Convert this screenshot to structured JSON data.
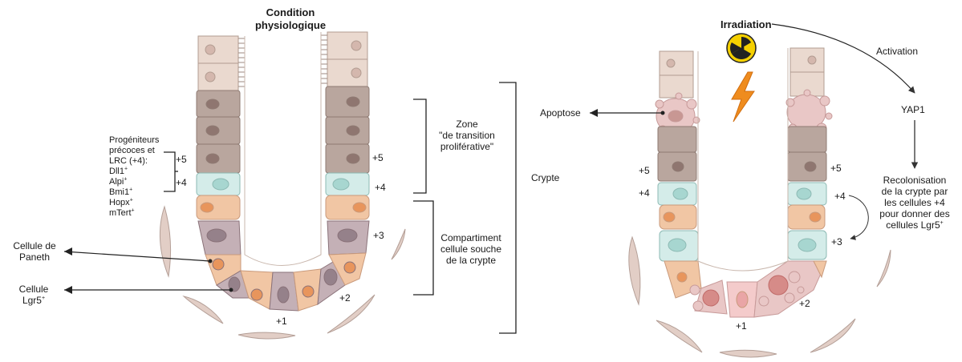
{
  "left_panel": {
    "title_line1": "Condition",
    "title_line2": "physiologique",
    "progenitors": {
      "line1": "Progéniteurs",
      "line2": "précoces et",
      "line3": "LRC (+4):",
      "markers": [
        {
          "name": "Dll1",
          "sup": "+"
        },
        {
          "name": "Alpi",
          "sup": "+"
        },
        {
          "name": "Bmi1",
          "sup": "+"
        },
        {
          "name": "Hopx",
          "sup": "+"
        },
        {
          "name": "mTert",
          "sup": "+"
        }
      ]
    },
    "positions": {
      "p5_left": "+5",
      "p4_left": "+4",
      "p5_right": "+5",
      "p4_right": "+4",
      "p3": "+3",
      "p2": "+2",
      "p1": "+1"
    },
    "zone_label": {
      "line1": "Zone",
      "line2": "\"de transition",
      "line3": "proliférative\""
    },
    "stem_label": {
      "line1": "Compartiment",
      "line2": "cellule souche",
      "line3": "de la crypte"
    },
    "crypte_label": "Crypte",
    "paneth_label": {
      "line1": "Cellule de",
      "line2": "Paneth"
    },
    "lgr5_label": {
      "line1": "Cellule",
      "line2": "Lgr5",
      "sup": "+"
    }
  },
  "right_panel": {
    "title": "Irradiation",
    "apoptose_label": "Apoptose",
    "activation_label": "Activation",
    "yap_label": "YAP1",
    "recol": {
      "line1": "Recolonisation",
      "line2": "de la crypte par",
      "line3": "les cellules +4",
      "line4": "pour donner des",
      "line5": "cellules Lgr5",
      "sup": "+"
    },
    "positions": {
      "p5_left": "+5",
      "p4_left": "+4",
      "p5_right": "+5",
      "p4_right": "+4",
      "p3": "+3",
      "p2": "+2",
      "p1": "+1"
    }
  },
  "colors": {
    "enterocyte": "#ead9cf",
    "ta_cell": "#b9a69e",
    "plus4": "#d4ece9",
    "stem": "#c4b0b6",
    "paneth": "#f1c6a4",
    "paneth_granule": "#e8955c",
    "apoptotic": "#e9c7c6",
    "fibroblast": "#e2cec6",
    "radiation_yellow": "#f5d000",
    "bolt_orange": "#ef8c1e"
  }
}
